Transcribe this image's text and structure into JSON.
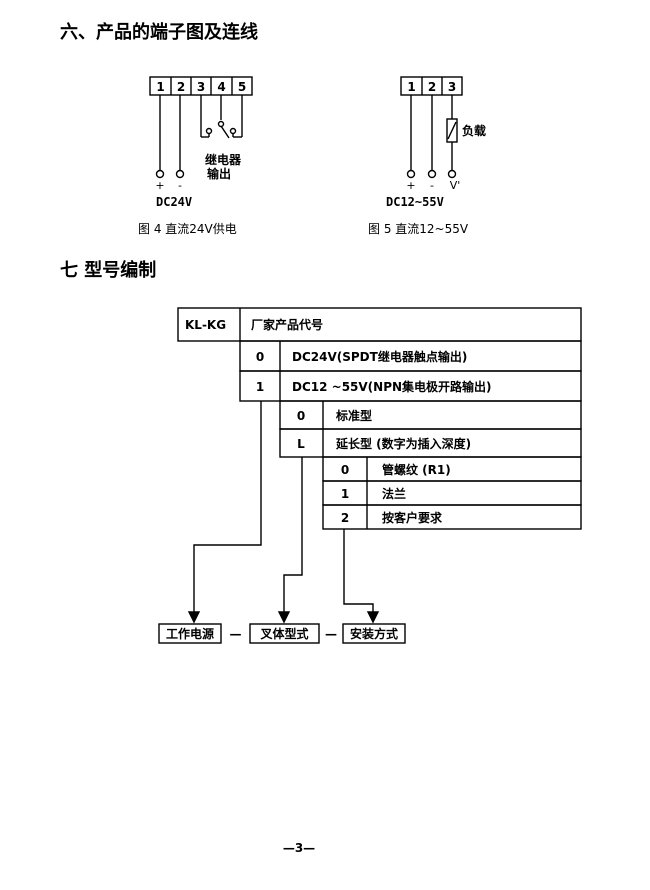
{
  "section6": {
    "title": "六、产品的端子图及连线",
    "fig4": {
      "terminals": [
        "1",
        "2",
        "3",
        "4",
        "5"
      ],
      "plus": "+",
      "minus": "-",
      "relay_line1": "继电器",
      "relay_line2": "输出",
      "supply": "DC24V",
      "caption": "图 4  直流24V供电"
    },
    "fig5": {
      "terminals": [
        "1",
        "2",
        "3"
      ],
      "plus": "+",
      "minus": "-",
      "vout": "V'",
      "load": "负载",
      "supply": "DC12~55V",
      "caption": "图 5  直流12~55V"
    }
  },
  "section7": {
    "title": "七  型号编制",
    "model_prefix": "KL-KG",
    "maker_code": "厂家产品代号",
    "power_options": [
      {
        "code": "0",
        "desc": "DC24V(SPDT继电器触点输出)"
      },
      {
        "code": "1",
        "desc": "DC12 ~55V(NPN集电极开路输出)"
      }
    ],
    "fork_options": [
      {
        "code": "0",
        "desc": "标准型"
      },
      {
        "code": "L",
        "desc": "延长型 (数字为插入深度)"
      }
    ],
    "mount_options": [
      {
        "code": "0",
        "desc": "管螺纹 (R1)"
      },
      {
        "code": "1",
        "desc": "法兰"
      },
      {
        "code": "2",
        "desc": "按客户要求"
      }
    ],
    "legend": {
      "power": "工作电源",
      "fork": "叉体型式",
      "mount": "安装方式",
      "separator": "—"
    }
  },
  "page_number": "—3—"
}
